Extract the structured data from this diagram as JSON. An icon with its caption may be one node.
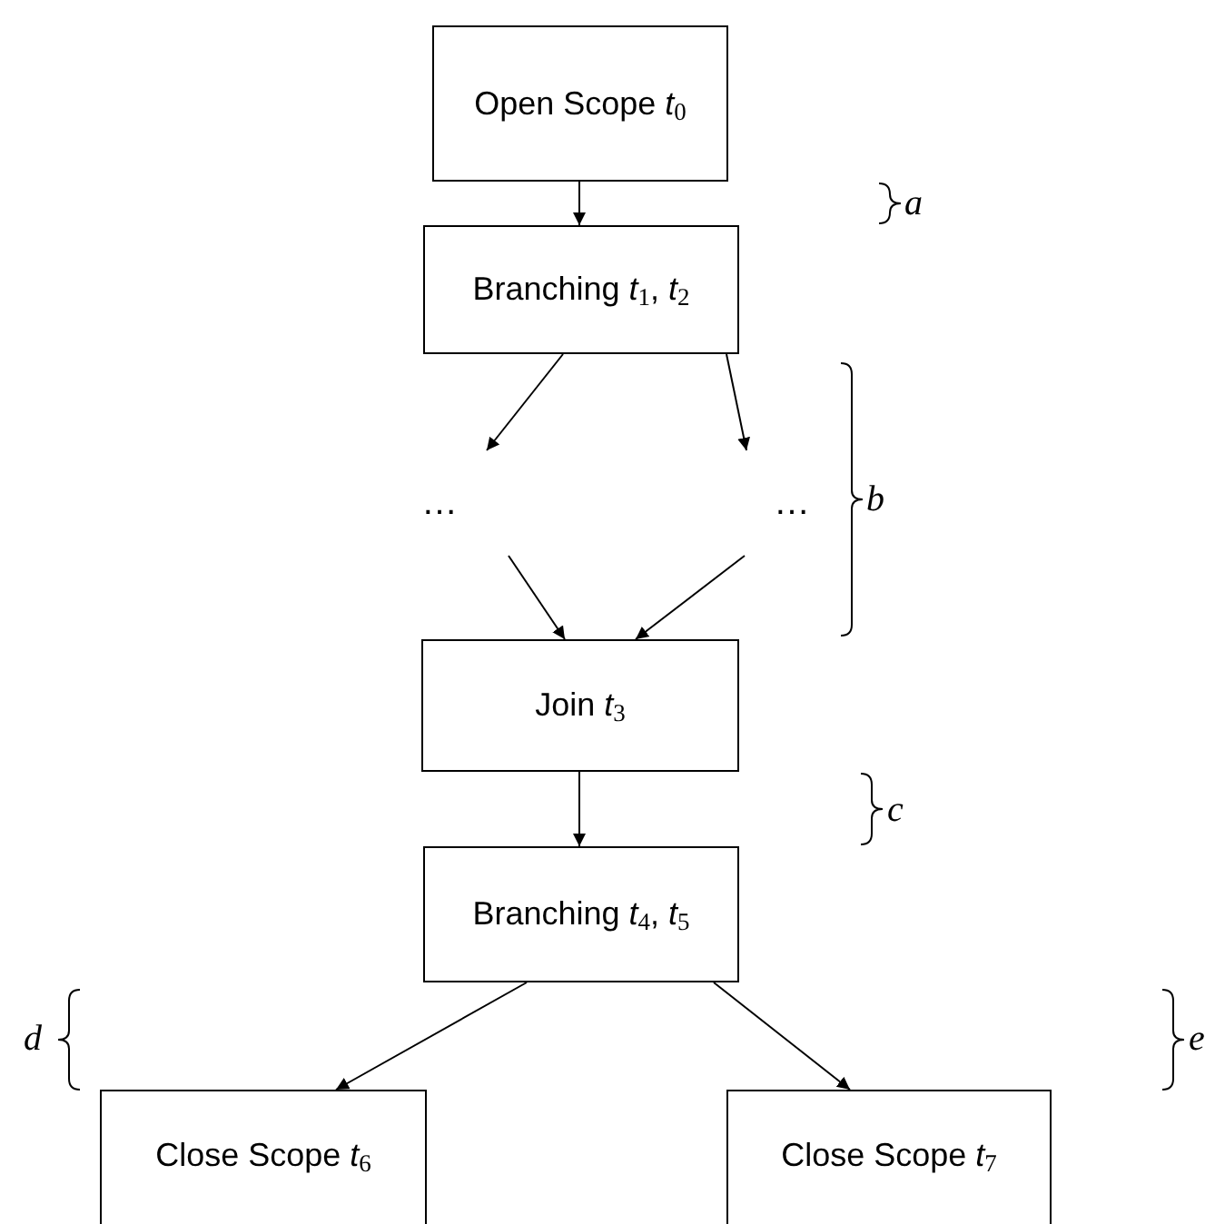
{
  "diagram": {
    "nodes": [
      {
        "text": [
          "Open Scope *t*$_{0}$"
        ]
      },
      {
        "text": [
          "Branching *t*$_{1}$, *t*$_{2}$"
        ]
      },
      {
        "text": [
          "…"
        ]
      },
      {
        "text": [
          "…"
        ]
      },
      {
        "text": [
          "Join *t*$_{3}$"
        ]
      },
      {
        "text": [
          "Branching *t*$_{4}$, *t*$_{5}$"
        ]
      },
      {
        "text": [
          "Close Scope *t*$_{6}$"
        ]
      },
      {
        "text": [
          "Close Scope *t*$_{7}$"
        ]
      }
    ],
    "edges": [
      {
        "from": 0,
        "to": 1,
        "arrow": "to"
      },
      {
        "from": 1,
        "to": 2,
        "arrow": "to"
      },
      {
        "from": 1,
        "to": 3,
        "arrow": "to"
      },
      {
        "from": 2,
        "to": 4,
        "arrow": "to"
      },
      {
        "from": 3,
        "to": 4,
        "arrow": "to"
      },
      {
        "from": 4,
        "to": 5,
        "arrow": "to"
      },
      {
        "from": 5,
        "to": 6,
        "arrow": "to"
      },
      {
        "from": 5,
        "to": 7,
        "arrow": "to"
      }
    ],
    "labels": [
      "a",
      "b",
      "c",
      "d",
      "e"
    ]
  }
}
